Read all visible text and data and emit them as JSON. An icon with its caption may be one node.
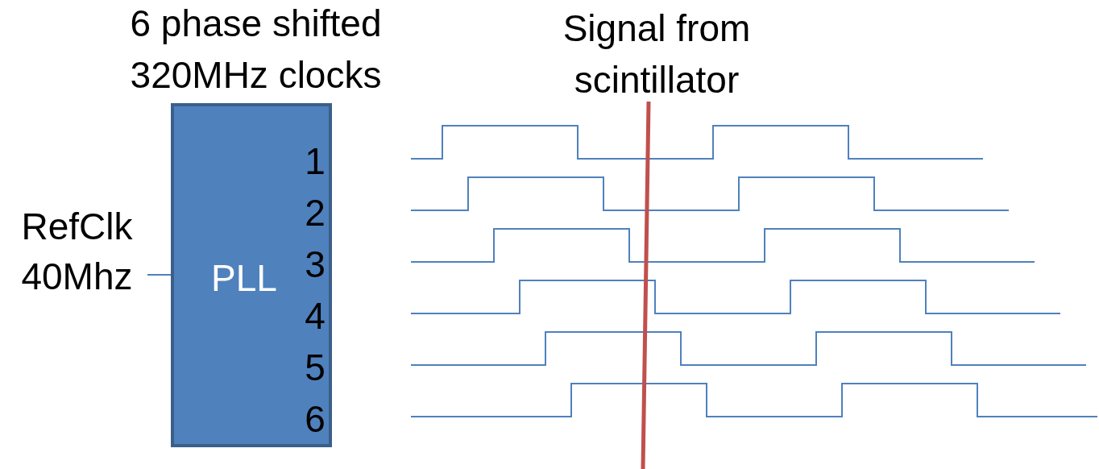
{
  "diagram": {
    "nodes": [
      {
        "text": [
          "6 phase shifted 320MHz clocks",
          "PLL"
        ]
      },
      {
        "text": [
          "RefClk 40Mhz"
        ]
      }
    ],
    "edges": [
      {
        "from": 1,
        "to": 0,
        "arrow": "none"
      }
    ],
    "labels": [
      "1",
      "2",
      "3",
      "4",
      "5",
      "6",
      "Signal from scintillator"
    ]
  }
}
